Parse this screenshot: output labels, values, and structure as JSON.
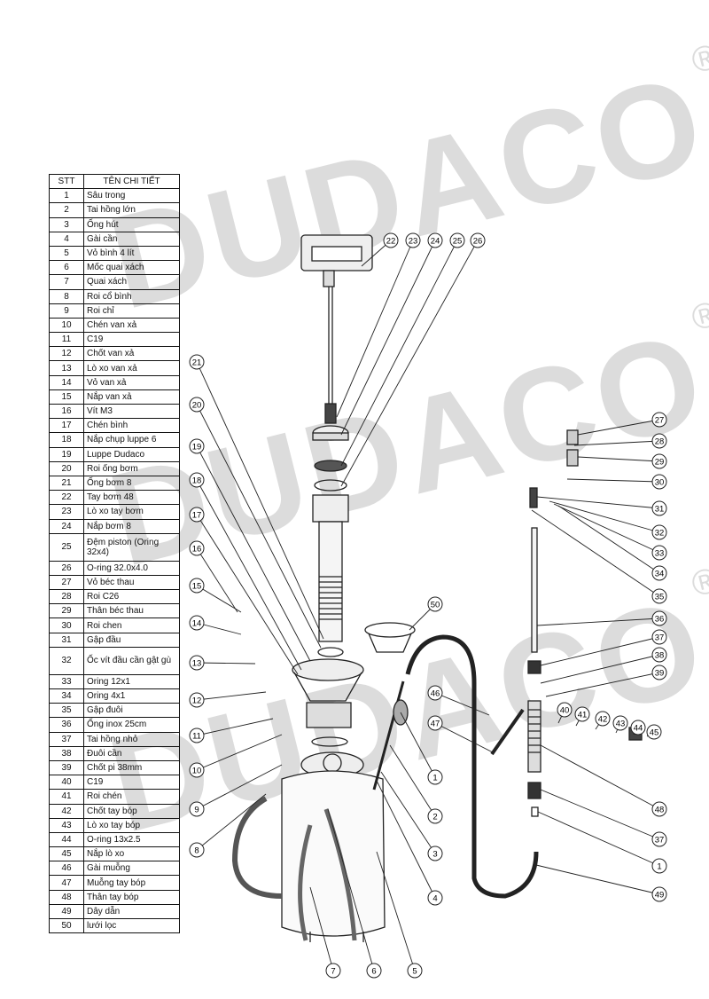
{
  "watermark": {
    "brand": "DUDACO",
    "reg_mark": "®"
  },
  "table": {
    "headers": {
      "no": "STT",
      "name": "TÊN CHI TIẾT"
    },
    "rows": [
      {
        "no": "1",
        "name": "Sâu trong"
      },
      {
        "no": "2",
        "name": "Tai hồng lớn"
      },
      {
        "no": "3",
        "name": "Ống hút"
      },
      {
        "no": "4",
        "name": "Gài cần"
      },
      {
        "no": "5",
        "name": "Vỏ bình 4 lít"
      },
      {
        "no": "6",
        "name": "Mốc quai xách"
      },
      {
        "no": "7",
        "name": "Quai xách"
      },
      {
        "no": "8",
        "name": "Roi cổ bình"
      },
      {
        "no": "9",
        "name": "Roi chỉ"
      },
      {
        "no": "10",
        "name": "Chén van xả"
      },
      {
        "no": "11",
        "name": "C19"
      },
      {
        "no": "12",
        "name": "Chốt van xả"
      },
      {
        "no": "13",
        "name": "Lò xo van xả"
      },
      {
        "no": "14",
        "name": "Vỏ van xả"
      },
      {
        "no": "15",
        "name": "Nắp van xả"
      },
      {
        "no": "16",
        "name": "Vít M3"
      },
      {
        "no": "17",
        "name": "Chén bình"
      },
      {
        "no": "18",
        "name": "Nắp chụp luppe 6"
      },
      {
        "no": "19",
        "name": "Luppe Dudaco"
      },
      {
        "no": "20",
        "name": "Roi ống bơm"
      },
      {
        "no": "21",
        "name": "Ống bơm 8"
      },
      {
        "no": "22",
        "name": "Tay bơm 48"
      },
      {
        "no": "23",
        "name": "Lò xo tay bơm"
      },
      {
        "no": "24",
        "name": "Nắp bơm 8"
      },
      {
        "no": "25",
        "name": "Đệm piston (Oring 32x4)"
      },
      {
        "no": "26",
        "name": "O-ring 32.0x4.0"
      },
      {
        "no": "27",
        "name": "Vỏ béc thau"
      },
      {
        "no": "28",
        "name": "Roi C26"
      },
      {
        "no": "29",
        "name": "Thân béc thau"
      },
      {
        "no": "30",
        "name": "Roi chen"
      },
      {
        "no": "31",
        "name": "Gập đầu"
      },
      {
        "no": "32",
        "name": "Ốc vít đầu cần gật gù"
      },
      {
        "no": "33",
        "name": "Oring 12x1"
      },
      {
        "no": "34",
        "name": "Oring 4x1"
      },
      {
        "no": "35",
        "name": "Gập đuôi"
      },
      {
        "no": "36",
        "name": "Ống inox 25cm"
      },
      {
        "no": "37",
        "name": "Tai hồng nhỏ"
      },
      {
        "no": "38",
        "name": "Đuôi cần"
      },
      {
        "no": "39",
        "name": "Chốt pi 38mm"
      },
      {
        "no": "40",
        "name": "C19"
      },
      {
        "no": "41",
        "name": "Roi chén"
      },
      {
        "no": "42",
        "name": "Chốt tay bóp"
      },
      {
        "no": "43",
        "name": "Lò xo tay bóp"
      },
      {
        "no": "44",
        "name": "O-ring 13x2.5"
      },
      {
        "no": "45",
        "name": "Nắp lò xo"
      },
      {
        "no": "46",
        "name": "Gài muỗng"
      },
      {
        "no": "47",
        "name": "Muỗng tay bóp"
      },
      {
        "no": "48",
        "name": "Thân tay bóp"
      },
      {
        "no": "49",
        "name": "Dây dẫn"
      },
      {
        "no": "50",
        "name": "lưới lọc"
      }
    ]
  },
  "callouts": [
    "22",
    "23",
    "24",
    "25",
    "26",
    "21",
    "20",
    "19",
    "18",
    "17",
    "16",
    "15",
    "14",
    "13",
    "12",
    "11",
    "10",
    "9",
    "8",
    "7",
    "6",
    "5",
    "4",
    "3",
    "2",
    "1",
    "50",
    "46",
    "47",
    "27",
    "28",
    "29",
    "30",
    "31",
    "32",
    "33",
    "34",
    "35",
    "36",
    "37",
    "38",
    "39",
    "40",
    "41",
    "42",
    "43",
    "44",
    "45",
    "48",
    "37",
    "1",
    "49"
  ]
}
